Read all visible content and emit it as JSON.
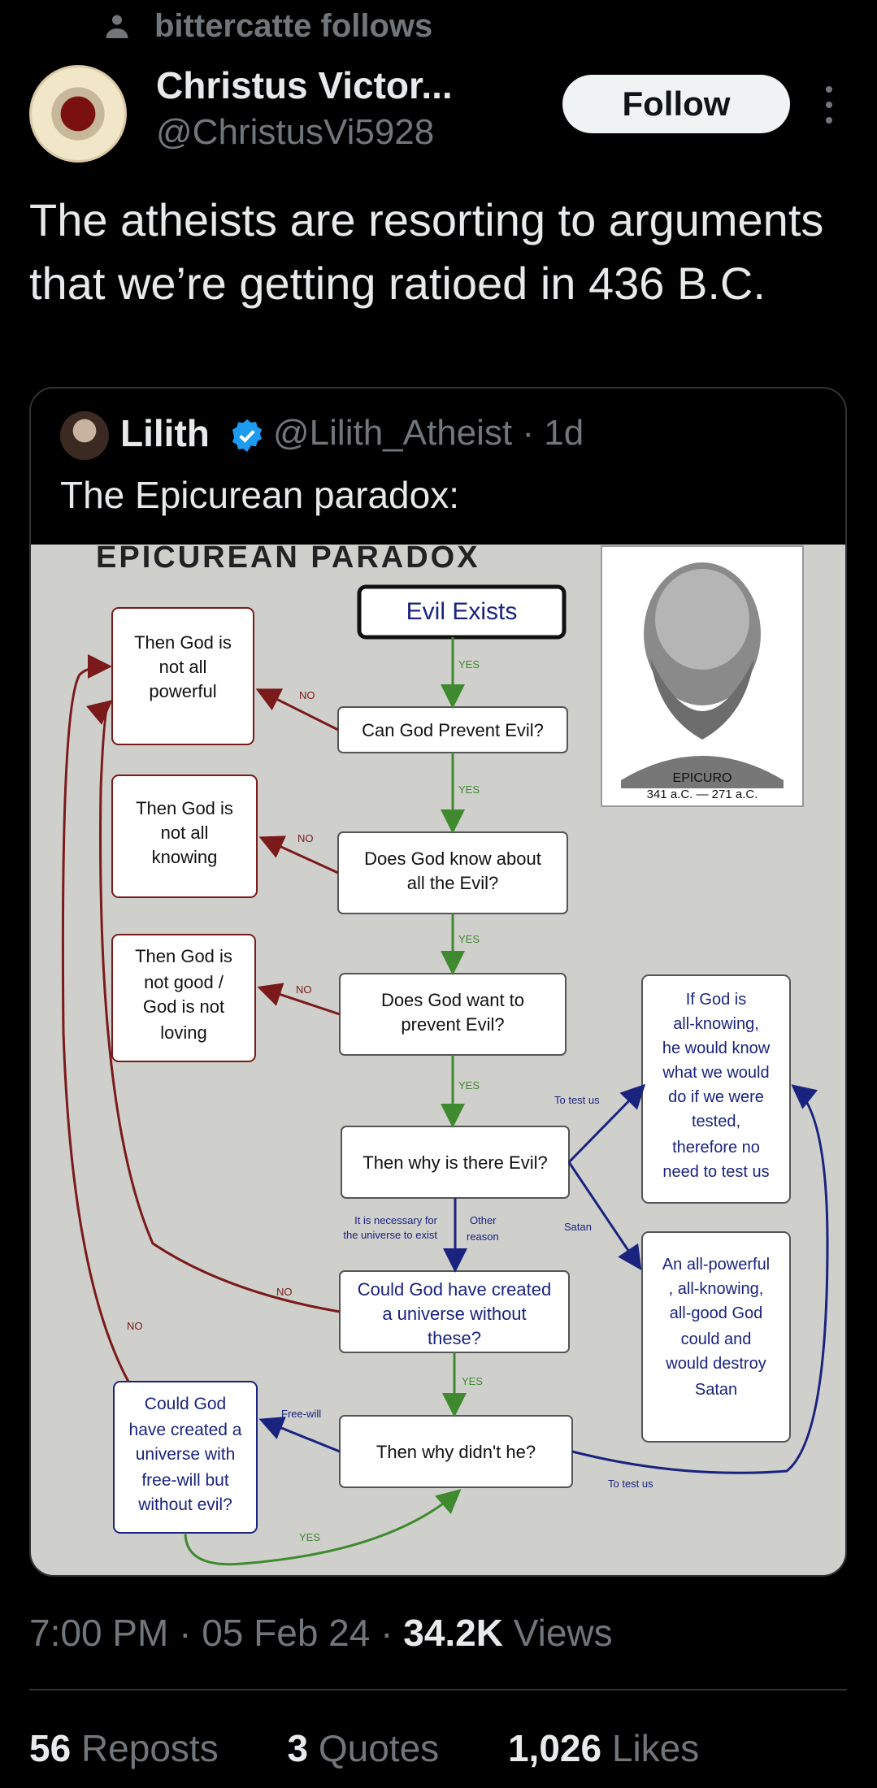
{
  "context": {
    "text": "bittercatte follows",
    "icon": "person-icon"
  },
  "author": {
    "name": "Christus Victor...",
    "handle": "@ChristusVi5928"
  },
  "follow_label": "Follow",
  "tweet_text": "The atheists are resorting to arguments that we’re getting ratioed in 436 B.C.",
  "quote": {
    "name": "Lilith",
    "handle": "@Lilith_Atheist · 1d",
    "text": "The Epicurean paradox:",
    "image": {
      "title": "EPICUREAN PARADOX",
      "portrait_caption_name": "EPICURO",
      "portrait_caption_dates": "341 a.C. — 271 a.C.",
      "nodes": {
        "evil_exists": "Evil Exists",
        "can_prevent": "Can God Prevent Evil?",
        "know_about_1": "Does God know about",
        "know_about_2": "all the Evil?",
        "want_1": "Does God want to",
        "want_2": "prevent Evil?",
        "why_evil": "Then why is there Evil?",
        "could_create_1": "Could God have created",
        "could_create_2": "a universe without",
        "could_create_3": "these?",
        "why_didnt": "Then why didn't he?",
        "not_powerful_1": "Then God is",
        "not_powerful_2": "not all",
        "not_powerful_3": "powerful",
        "not_knowing_1": "Then God is",
        "not_knowing_2": "not all",
        "not_knowing_3": "knowing",
        "not_good_1": "Then God is",
        "not_good_2": "not good /",
        "not_good_3": "God is not",
        "not_good_4": "loving",
        "freewill_1": "Could God",
        "freewill_2": "have created a",
        "freewill_3": "universe with",
        "freewill_4": "free-will but",
        "freewill_5": "without evil?",
        "test_1": "If God is",
        "test_2": "all-knowing,",
        "test_3": "he would know",
        "test_4": "what we would",
        "test_5": "do if we were",
        "test_6": "tested,",
        "test_7": "therefore no",
        "test_8": "need to test us",
        "satan_1": "An all-powerful",
        "satan_2": ", all-knowing,",
        "satan_3": "all-good God",
        "satan_4": "could and",
        "satan_5": "would destroy",
        "satan_6": "Satan"
      },
      "edges": {
        "yes": "YES",
        "no": "NO",
        "to_test_us": "To test us",
        "satan": "Satan",
        "necessary_1": "It is necessary for",
        "necessary_2": "the universe to exist",
        "other_1": "Other",
        "other_2": "reason",
        "free_will": "Free-will"
      }
    }
  },
  "meta": {
    "time": "7:00 PM · 05 Feb 24 · ",
    "views_count": "34.2K",
    "views_label": " Views"
  },
  "stats": {
    "reposts_count": "56",
    "reposts_label": " Reposts",
    "quotes_count": "3",
    "quotes_label": " Quotes",
    "likes_count": "1,026",
    "likes_label": " Likes"
  },
  "colors": {
    "verified": "#1d9bf0",
    "green_arrow": "#3f8a2f",
    "red_arrow": "#7a1a1a",
    "blue_arrow": "#1a237e"
  }
}
